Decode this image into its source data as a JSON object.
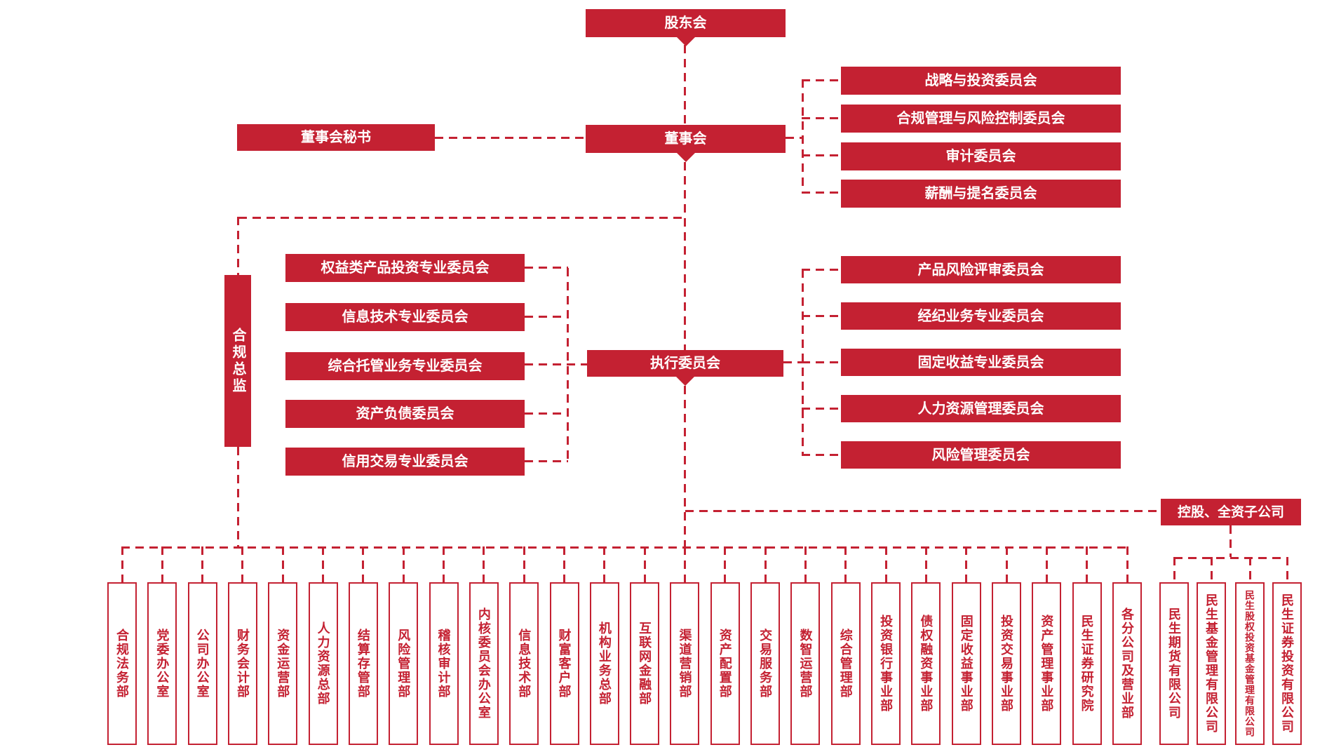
{
  "palette": {
    "red": "#C42132",
    "white": "#FFFFFF"
  },
  "org_chart": {
    "shareholders_meeting": "股东会",
    "board_of_directors": "董事会",
    "board_secretary": "董事会秘书",
    "chief_compliance_officer": "合规总监",
    "executive_committee": "执行委员会",
    "subsidiaries_header": "控股、全资子公司",
    "board_committees": [
      "战略与投资委员会",
      "合规管理与风险控制委员会",
      "审计委员会",
      "薪酬与提名委员会"
    ],
    "executive_committees_left": [
      "权益类产品投资专业委员会",
      "信息技术专业委员会",
      "综合托管业务专业委员会",
      "资产负债委员会",
      "信用交易专业委员会"
    ],
    "executive_committees_right": [
      "产品风险评审委员会",
      "经纪业务专业委员会",
      "固定收益专业委员会",
      "人力资源管理委员会",
      "风险管理委员会"
    ],
    "departments": [
      "合规法务部",
      "党委办公室",
      "公司办公室",
      "财务会计部",
      "资金运营部",
      "人力资源总部",
      "结算存管部",
      "风险管理部",
      "稽核审计部",
      "内核委员会办公室",
      "信息技术部",
      "财富客户部",
      "机构业务总部",
      "互联网金融部",
      "渠道营销部",
      "资产配置部",
      "交易服务部",
      "数智运营部",
      "综合管理部",
      "投资银行事业部",
      "债权融资事业部",
      "固定收益事业部",
      "投资交易事业部",
      "资产管理事业部",
      "民生证券研究院",
      "各分公司及营业部"
    ],
    "subsidiaries": [
      "民生期货有限公司",
      "民生基金管理有限公司",
      "民生股权投资基金管理有限公司",
      "民生证券投资有限公司"
    ]
  }
}
